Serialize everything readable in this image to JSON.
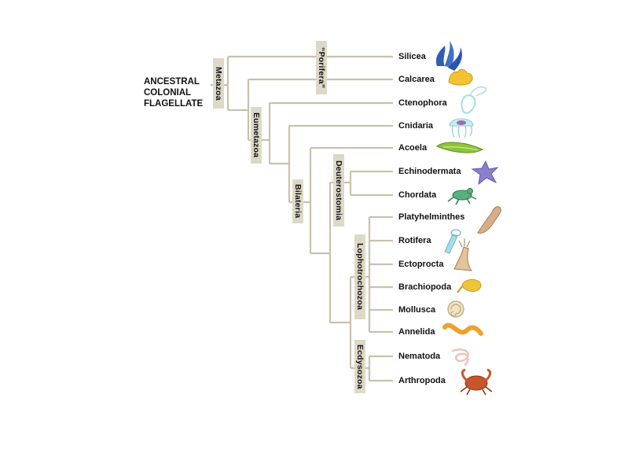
{
  "root": {
    "lines": [
      "ANCESTRAL",
      "COLONIAL",
      "FLAGELLATE"
    ]
  },
  "clades": {
    "porifera": "“Porifera”",
    "metazoa": "Metazoa",
    "eumetazoa": "Eumetazoa",
    "bilateria": "Bilateria",
    "deuterostomia": "Deuterostomia",
    "lophotrochozoa": "Lophotrochozoa",
    "ecdysozoa": "Ecdysozoa"
  },
  "taxa": [
    {
      "name": "Silicea",
      "icon": "sponge-icon",
      "color": "#2f5fb3"
    },
    {
      "name": "Calcarea",
      "icon": "calcareous-sponge-icon",
      "color": "#f2c230"
    },
    {
      "name": "Ctenophora",
      "icon": "comb-jelly-icon",
      "color": "#a6dce0"
    },
    {
      "name": "Cnidaria",
      "icon": "jellyfish-icon",
      "color": "#a9dbe4"
    },
    {
      "name": "Acoela",
      "icon": "acoel-worm-icon",
      "color": "#8fc33b"
    },
    {
      "name": "Echinodermata",
      "icon": "sea-star-icon",
      "color": "#8b7fd0"
    },
    {
      "name": "Chordata",
      "icon": "frog-icon",
      "color": "#5cb07e"
    },
    {
      "name": "Platyhelminthes",
      "icon": "flatworm-icon",
      "color": "#d8ad8a"
    },
    {
      "name": "Rotifera",
      "icon": "rotifer-icon",
      "color": "#8fd0dc"
    },
    {
      "name": "Ectoprocta",
      "icon": "bryozoan-icon",
      "color": "#d9b489"
    },
    {
      "name": "Brachiopoda",
      "icon": "lamp-shell-icon",
      "color": "#f0c43a"
    },
    {
      "name": "Mollusca",
      "icon": "snail-shell-icon",
      "color": "#e3d6b0"
    },
    {
      "name": "Annelida",
      "icon": "segmented-worm-icon",
      "color": "#f0a12a"
    },
    {
      "name": "Nematoda",
      "icon": "roundworm-icon",
      "color": "#eec3b8"
    },
    {
      "name": "Arthropoda",
      "icon": "crab-icon",
      "color": "#c8562a"
    }
  ],
  "colors": {
    "branch": "#c7c2ad",
    "clade_box": "#ddd9c8",
    "text": "#111111"
  }
}
